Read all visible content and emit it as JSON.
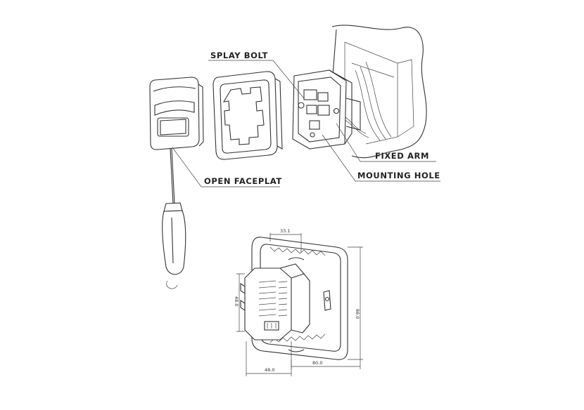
{
  "labels": {
    "splay_bolt": "SPLAY BOLT",
    "fixed_arm": "FIXED ARM",
    "mounting_hole": "MOUNTING HOLE",
    "open_faceplat": "OPEN FACEPLAT"
  },
  "dimensions": {
    "top_depth": "33.1",
    "height_right": "86.0",
    "height_left": "48.0",
    "width_frame": "80.0",
    "width_body": "48.0"
  }
}
